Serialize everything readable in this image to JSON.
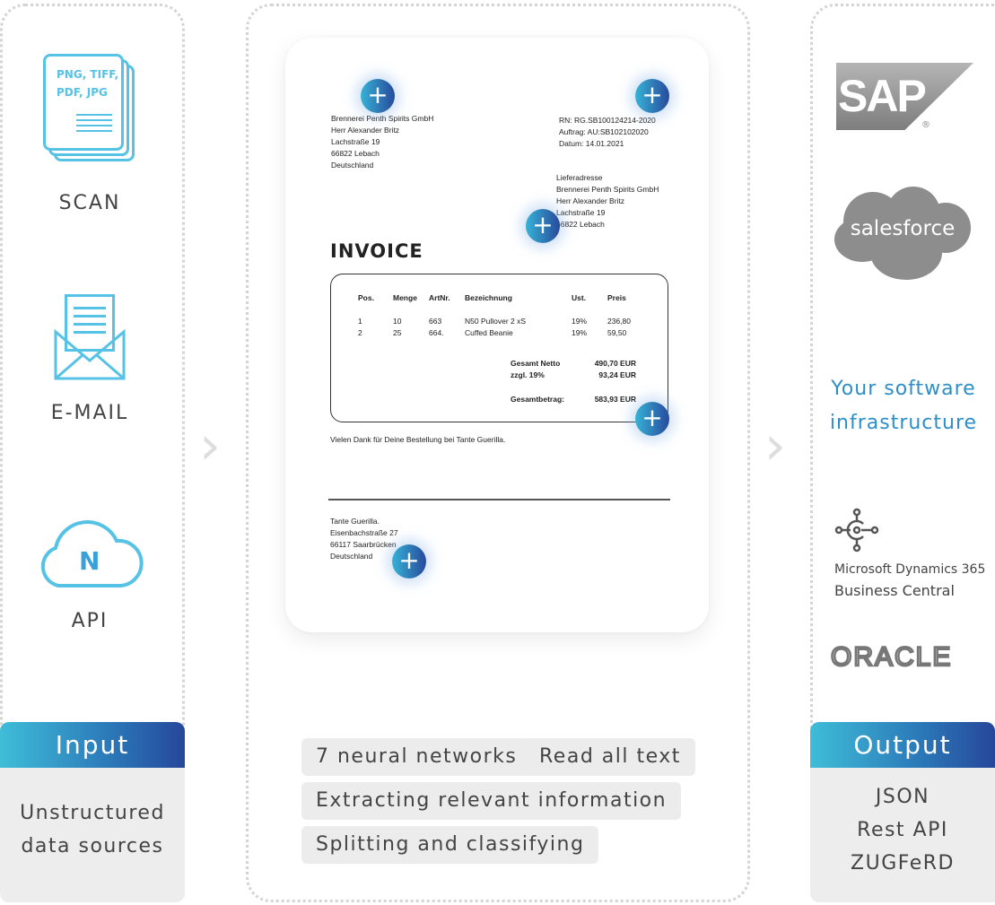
{
  "input": {
    "scan_icon_text": [
      "PNG, TIFF,",
      "PDF, JPG"
    ],
    "scan_label": "SCAN",
    "email_label": "E-MAIL",
    "api_label": "API",
    "header": "Input",
    "description": [
      "Unstructured",
      "data sources"
    ]
  },
  "invoice": {
    "sender": [
      "Brennerei Penth Spirits GmbH",
      "Herr Alexander Britz",
      "Lachstraße 19",
      "66822 Lebach",
      "Deutschland"
    ],
    "meta": [
      "RN: RG.SB100124214-2020",
      "Auftrag: AU:SB102102020",
      "Datum: 14.01.2021"
    ],
    "delivery": [
      "Lieferadresse",
      "Brennerei Penth Spirits GmbH",
      "Herr Alexander Britz",
      "Lachstraße 19",
      "66822 Lebach"
    ],
    "title": "INVOICE",
    "columns": [
      "Pos.",
      "Menge",
      "ArtNr.",
      "Bezeichnung",
      "Ust.",
      "Preis"
    ],
    "rows": [
      [
        "1",
        "10",
        "663",
        "N50 Pullover 2 xS",
        "19%",
        "236,80"
      ],
      [
        "2",
        "25",
        "664.",
        "Cuffed Beanie",
        "19%",
        "59,50"
      ]
    ],
    "totals": [
      {
        "label": "Gesamt Netto",
        "value": "490,70 EUR"
      },
      {
        "label": "zzgl. 19%",
        "value": "93,24 EUR"
      },
      {
        "label": "Gesamtbetrag:",
        "value": "583,93 EUR"
      }
    ],
    "thanks": "Vielen Dank für Deine Bestellung bei Tante Guerilla.",
    "footer": [
      "Tante Guerilla.",
      "Eisenbachstraße 27",
      "66117 Saarbrücken",
      "Deutschland"
    ],
    "plus_symbol": "+"
  },
  "features": [
    "7 neural networks",
    "Read all text",
    "Extracting relevant information",
    "Splitting and classifying"
  ],
  "output": {
    "sap": "SAP",
    "sap_reg": "®",
    "salesforce": "salesforce",
    "tagline": [
      "Your software",
      "infrastructure"
    ],
    "dynamics": [
      "Microsoft Dynamics 365",
      "Business Central"
    ],
    "oracle": "ORACLE",
    "header": "Output",
    "formats": [
      "JSON",
      "Rest API",
      "ZUGFeRD"
    ]
  },
  "colors": {
    "accent": "#2c8fc9",
    "gradient_start": "#3fbdd8",
    "gradient_end": "#27479a",
    "icon_blue": "#56c2e6"
  }
}
